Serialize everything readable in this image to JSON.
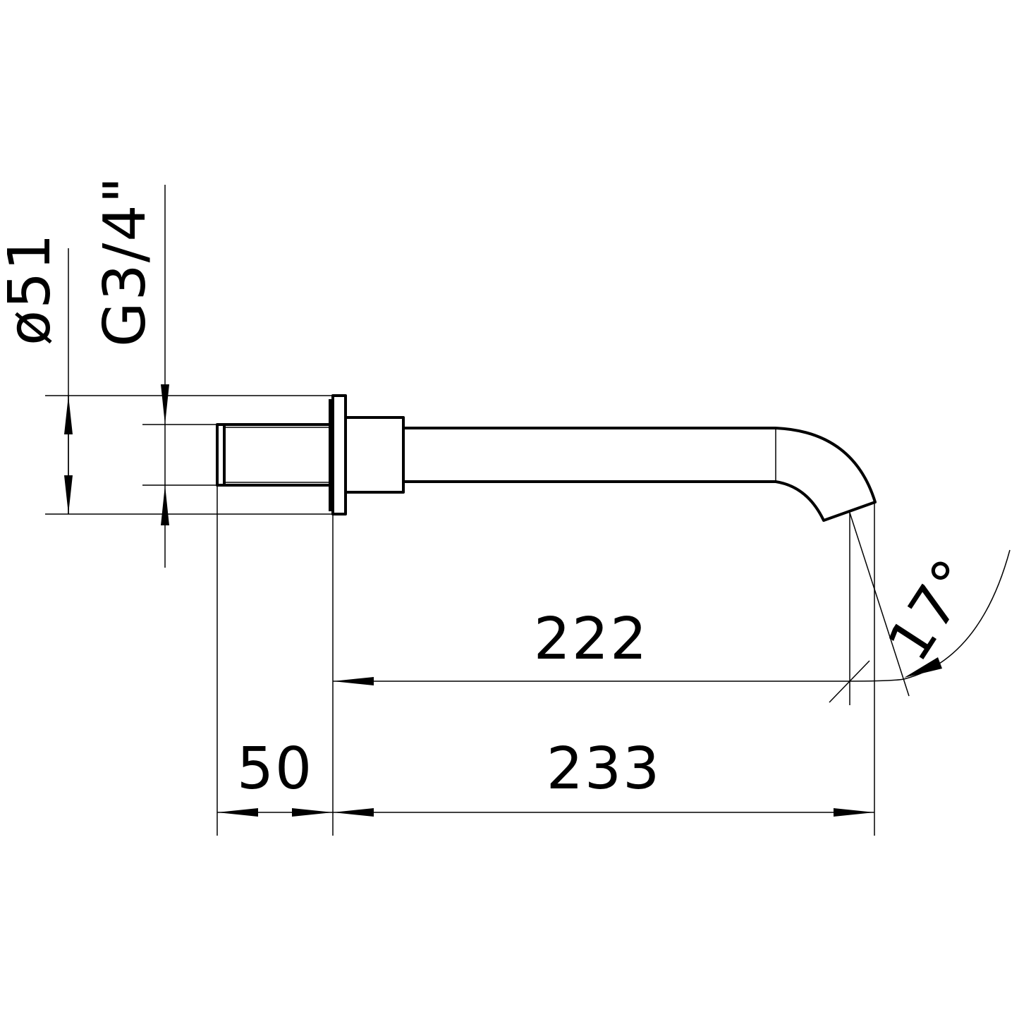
{
  "dimensions": {
    "diameter": "ø51",
    "thread": "G3/4\"",
    "projection_outlet": "222",
    "projection_total": "233",
    "thread_length": "50",
    "outlet_angle": "17°"
  },
  "colors": {
    "line": "#000000",
    "background": "#ffffff"
  }
}
